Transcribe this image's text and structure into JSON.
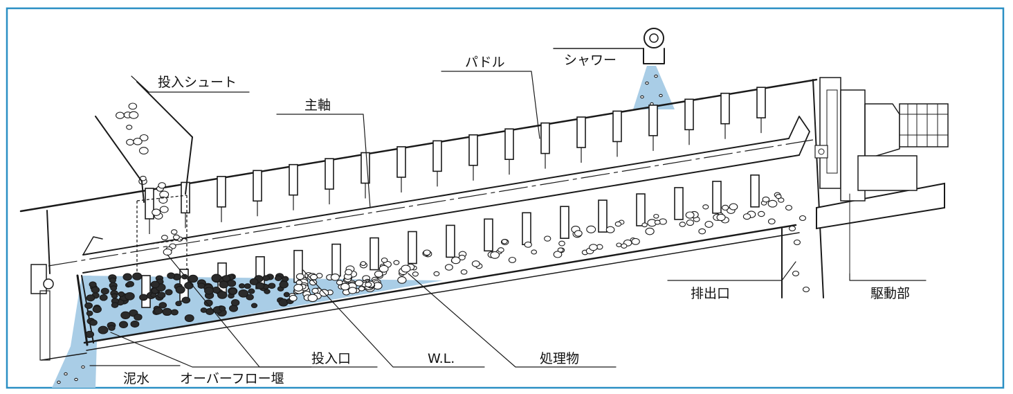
{
  "labels": {
    "chute": "投入シュート",
    "shaft": "主軸",
    "paddle": "パドル",
    "shower": "シャワー",
    "outlet": "排出口",
    "drive": "駆動部",
    "inlet": "投入口",
    "water_level": "W.L.",
    "material": "処理物",
    "mud_water": "泥水",
    "overflow_weir": "オーバーフロー堰"
  },
  "colors": {
    "frame_border": "#2a8fc4",
    "water": "#a9cde6",
    "line": "#1a1a1a",
    "stone_dark": "#2b2b2b"
  }
}
